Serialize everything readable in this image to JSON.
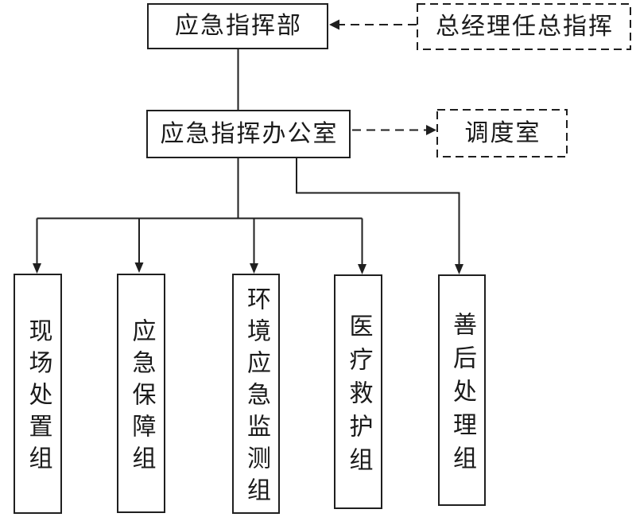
{
  "diagram": {
    "type": "org-flowchart",
    "nodes": {
      "command_hq": {
        "label": "应急指挥部"
      },
      "chief_commander_note": {
        "label": "总经理任总指挥"
      },
      "command_office": {
        "label": "应急指挥办公室"
      },
      "dispatch_room": {
        "label": "调度室"
      },
      "groups": [
        {
          "label": "现场处置组"
        },
        {
          "label": "应急保障组"
        },
        {
          "label": "环境应急监测组"
        },
        {
          "label": "医疗救护组"
        },
        {
          "label": "善后处理组"
        }
      ]
    },
    "colors": {
      "line": "#1f1f1f",
      "text": "#1a1a1a",
      "background": "#ffffff"
    }
  }
}
